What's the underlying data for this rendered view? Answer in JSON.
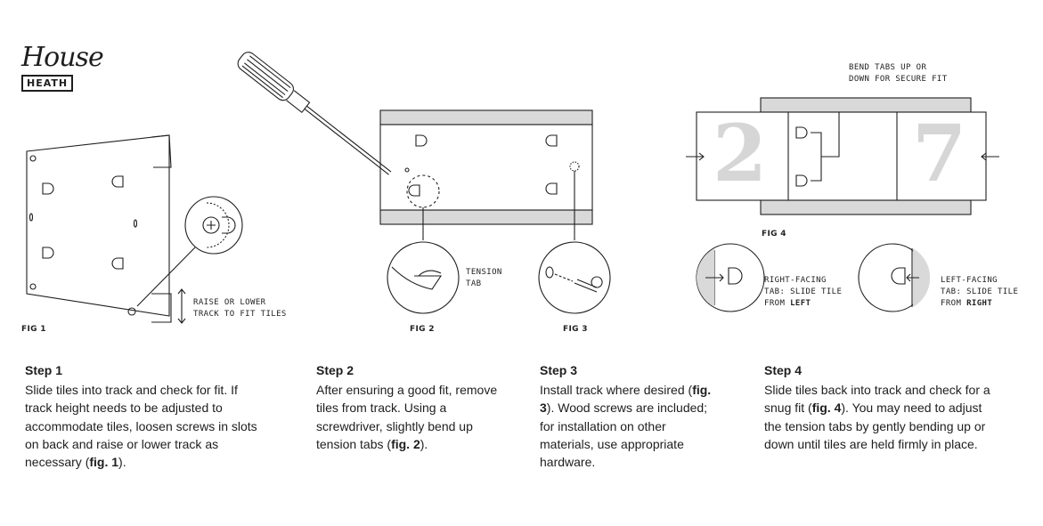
{
  "logo": {
    "script": "House",
    "box": "HEATH"
  },
  "figures": {
    "fig1": {
      "label": "FIG 1",
      "callout": [
        "RAISE OR LOWER",
        "TRACK TO FIT TILES"
      ]
    },
    "fig2": {
      "label": "FIG 2",
      "callout": [
        "TENSION",
        "TAB"
      ]
    },
    "fig3": {
      "label": "FIG 3"
    },
    "fig4": {
      "label": "FIG 4",
      "callout": [
        "BEND TABS UP OR",
        "DOWN FOR SECURE FIT"
      ],
      "tile_left": "2",
      "tile_right": "7",
      "right_facing": {
        "lines": [
          "RIGHT-FACING",
          "TAB: SLIDE TILE"
        ],
        "prefix": "FROM ",
        "strong": "LEFT"
      },
      "left_facing": {
        "lines": [
          "LEFT-FACING",
          "TAB: SLIDE TILE"
        ],
        "prefix": "FROM ",
        "strong": "RIGHT"
      }
    }
  },
  "steps": [
    {
      "title": "Step 1",
      "text": "Slide tiles into track and check for fit. If track height needs to be adjusted to accommodate tiles, loosen screws in slots on back and raise or lower track as necessary (",
      "ref": "fig. 1",
      "after": ")."
    },
    {
      "title": "Step 2",
      "text": "After ensuring a good fit, remove tiles from track. Using a screwdriver, slightly bend up tension tabs (",
      "ref": "fig. 2",
      "after": ")."
    },
    {
      "title": "Step 3",
      "text": "Install track where desired (",
      "ref": "fig. 3",
      "after": "). Wood screws are included; for installation on other materials, use appropriate hardware."
    },
    {
      "title": "Step 4",
      "text": "Slide tiles back into track and check for a snug fit (",
      "ref": "fig. 4",
      "after": "). You may need to adjust the tension tabs by gently bending up or down until tiles are held firmly in place."
    }
  ],
  "colors": {
    "ink": "#1e1e1e",
    "track_gray": "#d9d9d9",
    "tile_gray": "#e6e6e6",
    "numeral_gray": "#cfcfcf"
  }
}
